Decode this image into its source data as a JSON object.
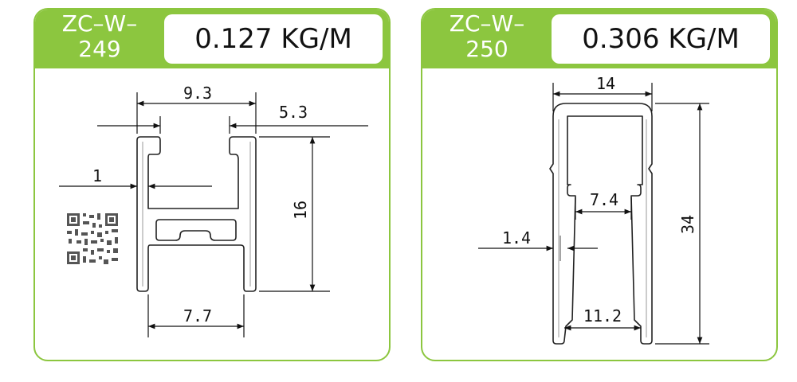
{
  "profiles": [
    {
      "code_line1": "ZC–W–",
      "code_line2": "249",
      "weight": "0.127 KG/M",
      "dimensions": {
        "top_width": "9.3",
        "right_lip": "5.3",
        "wall": "1",
        "height": "16",
        "bottom_width": "7.7"
      }
    },
    {
      "code_line1": "ZC–W–",
      "code_line2": "250",
      "weight": "0.306 KG/M",
      "dimensions": {
        "top_width": "14",
        "height": "34",
        "inner_gap": "7.4",
        "wall": "1.4",
        "bottom_width": "11.2"
      }
    }
  ],
  "colors": {
    "accent": "#8cc63f",
    "line": "#111111"
  },
  "icons": [
    "qr-code-icon"
  ]
}
